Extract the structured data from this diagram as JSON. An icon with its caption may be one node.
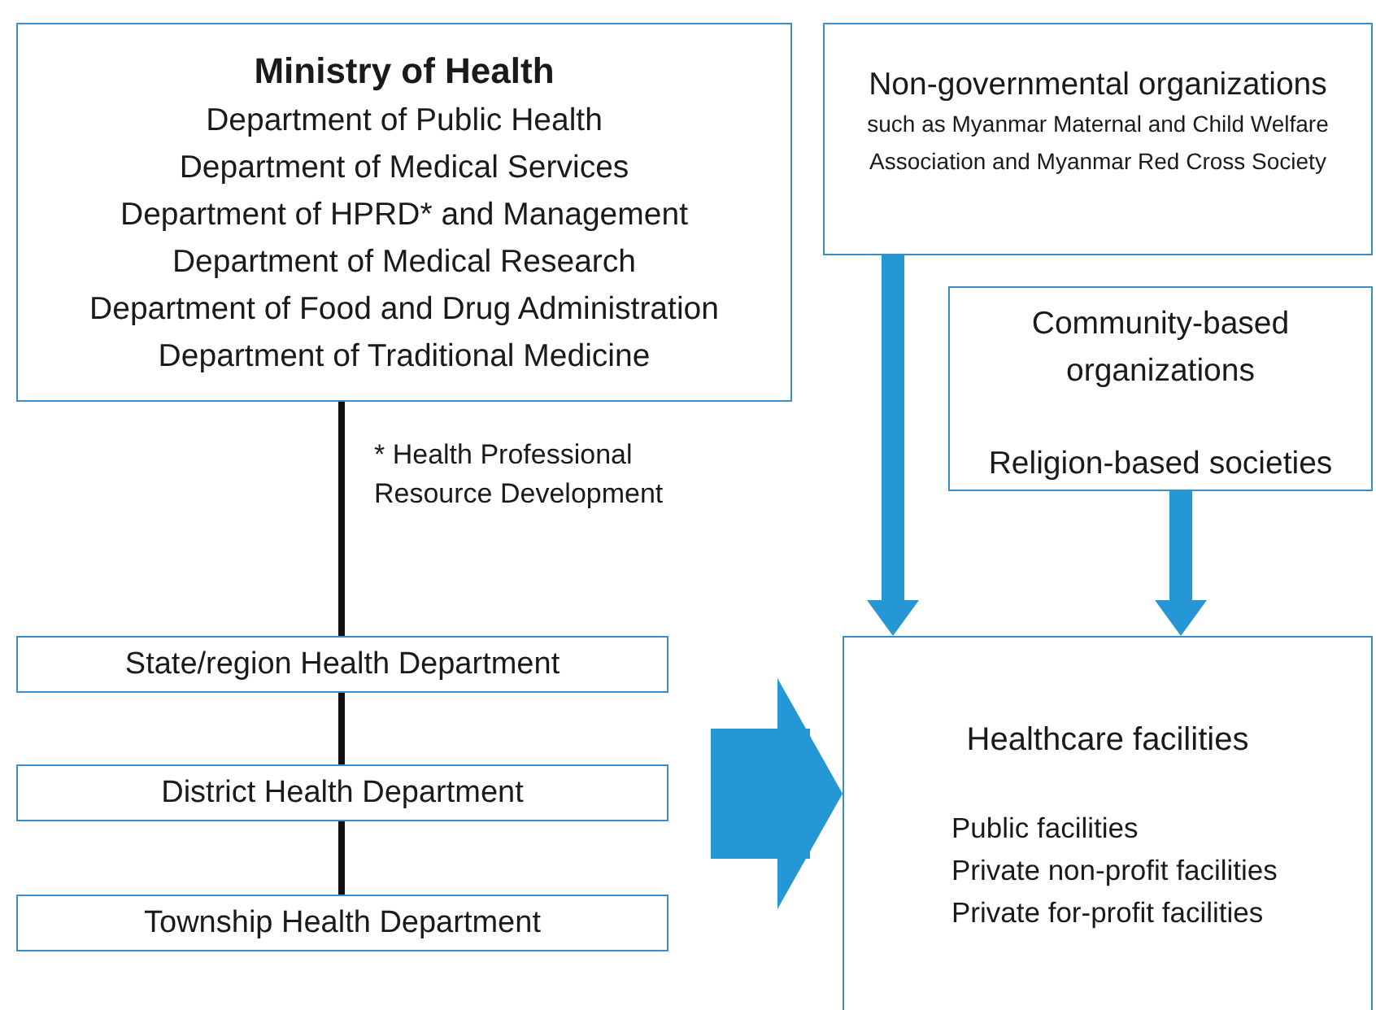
{
  "diagram": {
    "nodes": [
      {
        "text": [
          "Ministry of Health",
          "Department of Public Health",
          "Department of Medical Services",
          "Department of HPRD* and Management",
          "Department of Medical Research",
          "Department of Food and Drug Administration",
          "Department of Traditional Medicine"
        ]
      },
      {
        "text": [
          "Non-governmental organizations",
          "such as Myanmar Maternal and Child Welfare Association and Myanmar Red Cross Society"
        ]
      },
      {
        "text": [
          "Community-based organizations",
          "Religion-based societies"
        ]
      },
      {
        "text": [
          "State/region Health Department"
        ]
      },
      {
        "text": [
          "District Health Department"
        ]
      },
      {
        "text": [
          "Township Health Department"
        ]
      },
      {
        "text": [
          "Healthcare facilities",
          "Public facilities",
          "Private non-profit facilities",
          "Private for-profit facilities"
        ]
      }
    ],
    "edges": [
      {
        "from": 0,
        "to": 3,
        "arrow": "none",
        "color": "#111111"
      },
      {
        "from": 3,
        "to": 4,
        "arrow": "none",
        "color": "#111111"
      },
      {
        "from": 4,
        "to": 5,
        "arrow": "none",
        "color": "#111111"
      },
      {
        "from": 1,
        "to": 6,
        "arrow": "to",
        "style": "thick",
        "color": "#2596d6"
      },
      {
        "from": 2,
        "to": 6,
        "arrow": "to",
        "style": "thick",
        "color": "#2596d6"
      },
      {
        "from": null,
        "to": 6,
        "arrow": "to",
        "style": "thick",
        "color": "#2596d6"
      }
    ],
    "labels": [
      "* Health Professional Resource Development"
    ]
  }
}
